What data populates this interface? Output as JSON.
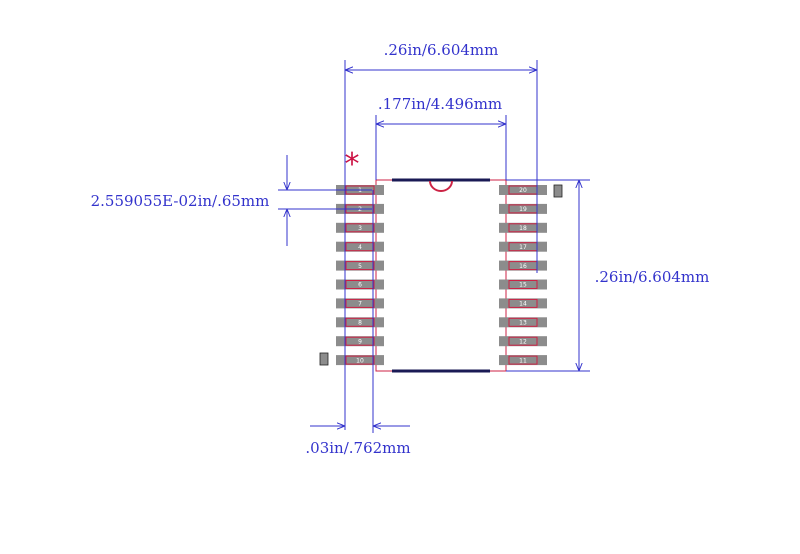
{
  "dimensions": {
    "overall_width": ".26in/6.604mm",
    "body_width": ".177in/4.496mm",
    "pitch": "2.559055E-02in/.65mm",
    "overall_height": ".26in/6.604mm",
    "pad_width": ".03in/.762mm"
  },
  "pin1_marker": "*",
  "pins_left": [
    "1",
    "2",
    "3",
    "4",
    "5",
    "6",
    "7",
    "8",
    "9",
    "10"
  ],
  "pins_right": [
    "20",
    "19",
    "18",
    "17",
    "16",
    "15",
    "14",
    "13",
    "12",
    "11"
  ],
  "colors": {
    "dimension": "#3333cc",
    "outline": "#cc2244",
    "pad": "#8c8c8c",
    "pin1_marker": "#cc1144"
  }
}
